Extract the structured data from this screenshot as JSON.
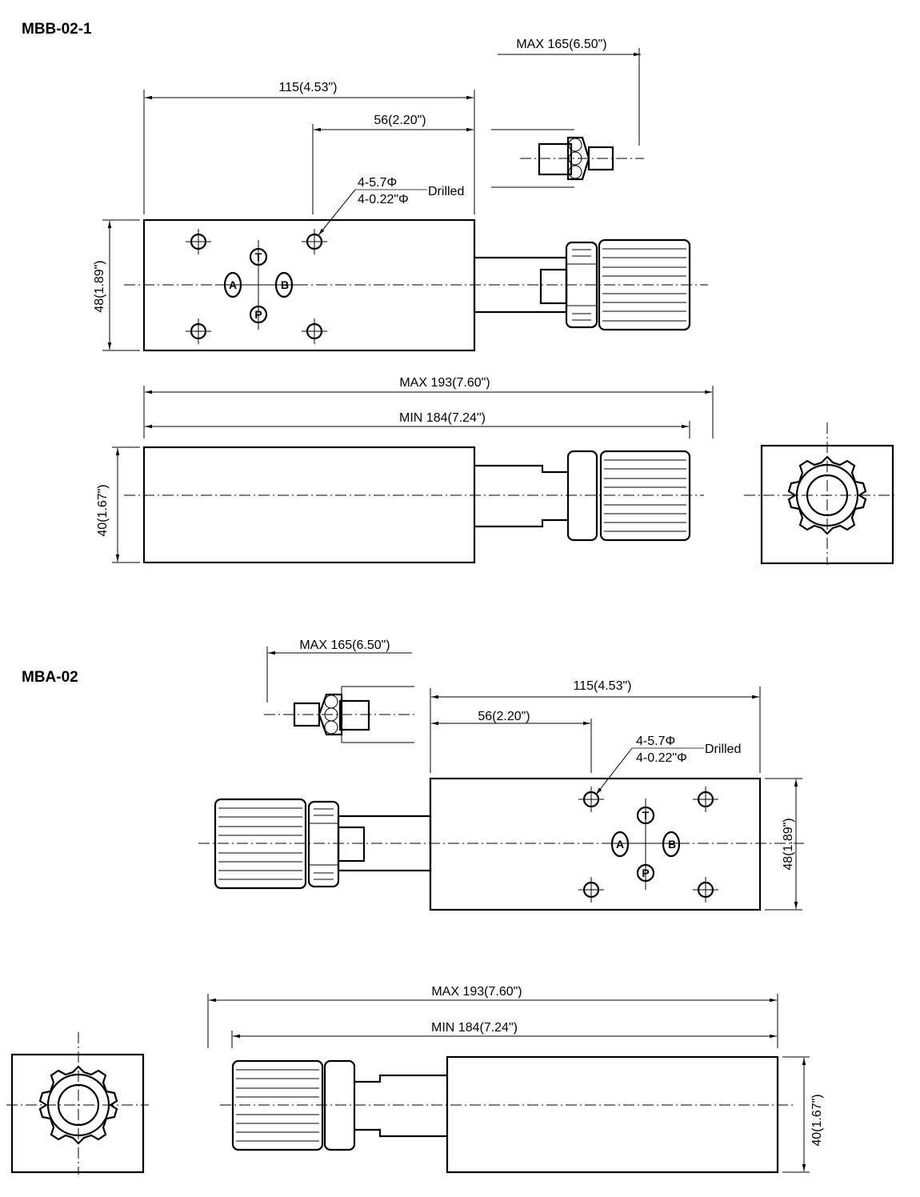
{
  "mbb": {
    "title": "MBB-02-1",
    "max165": "MAX 165(6.50\")",
    "len115": "115(4.53\")",
    "len56": "56(2.20\")",
    "drill_mm": "4-5.7Φ",
    "drill_in": "4-0.22\"Φ",
    "drilled": "Drilled",
    "height48": "48(1.89\")",
    "max193": "MAX 193(7.60\")",
    "min184": "MIN 184(7.24\")",
    "height40": "40(1.67\")",
    "ports": {
      "t": "T",
      "a": "A",
      "b": "B",
      "p": "P"
    }
  },
  "mba": {
    "title": "MBA-02",
    "max165": "MAX 165(6.50\")",
    "len115": "115(4.53\")",
    "len56": "56(2.20\")",
    "drill_mm": "4-5.7Φ",
    "drill_in": "4-0.22\"Φ",
    "drilled": "Drilled",
    "height48": "48(1.89\")",
    "max193": "MAX 193(7.60\")",
    "min184": "MIN 184(7.24\")",
    "height40": "40(1.67\")",
    "ports": {
      "t": "T",
      "a": "A",
      "b": "B",
      "p": "P"
    }
  }
}
